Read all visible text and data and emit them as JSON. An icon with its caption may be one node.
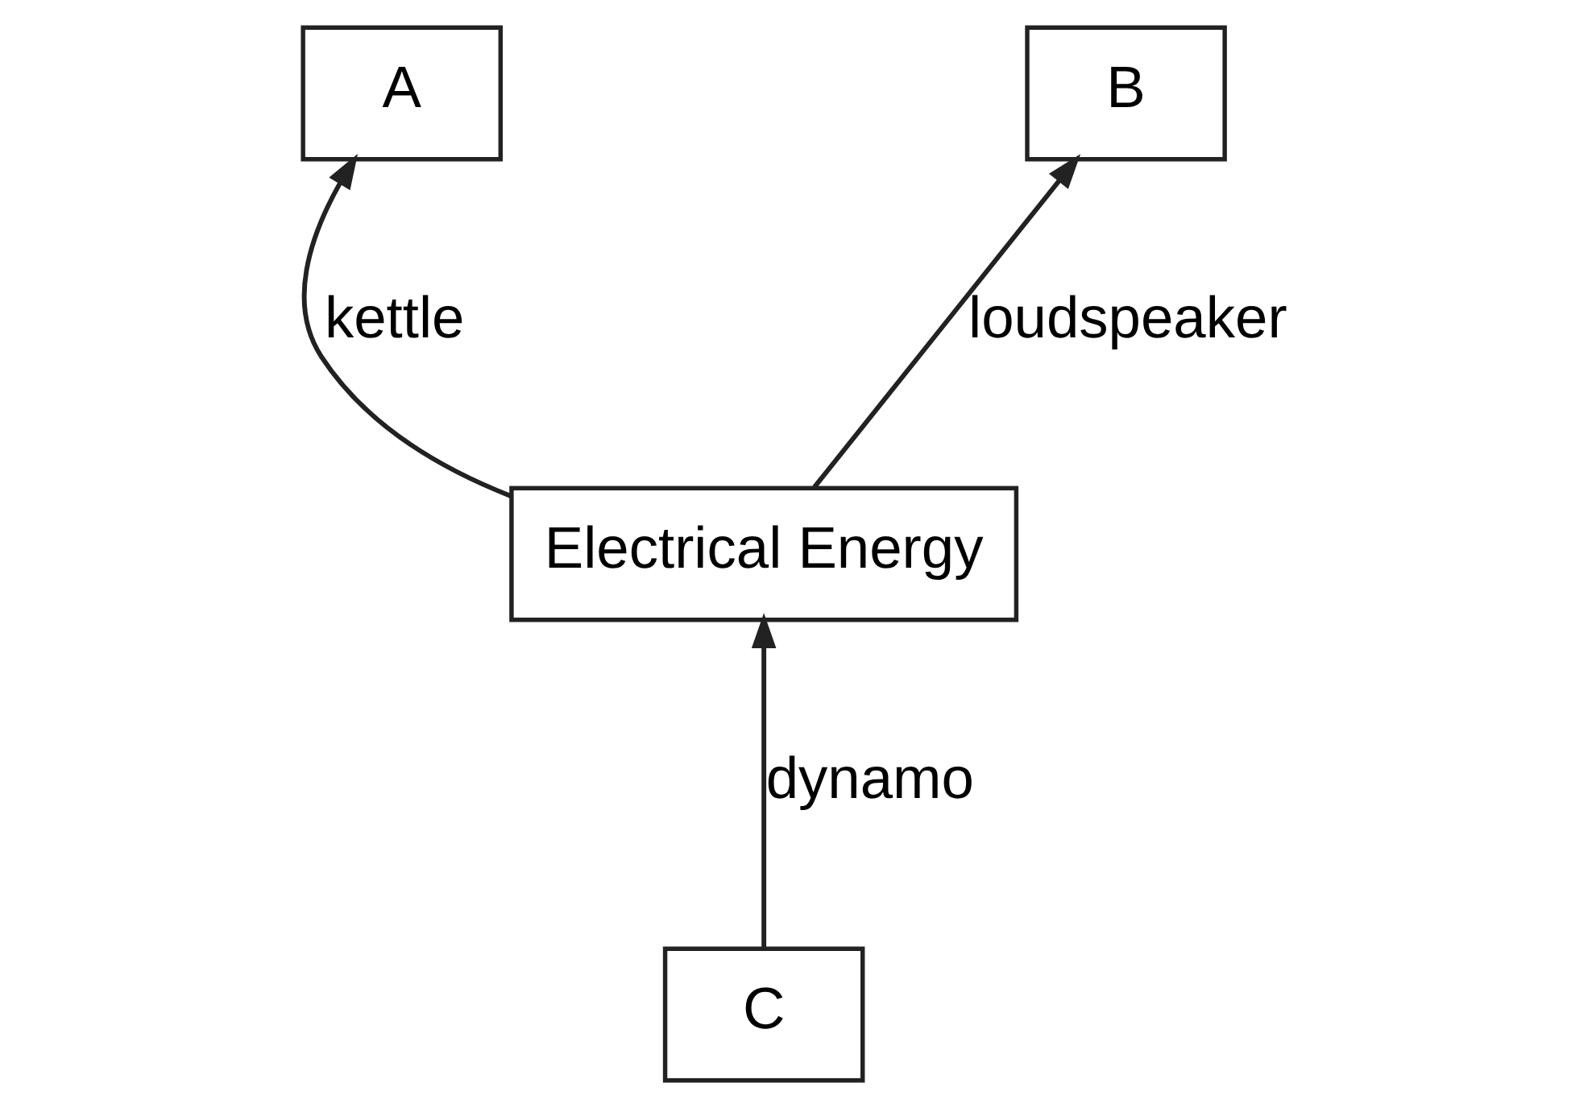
{
  "diagram": {
    "nodes": [
      {
        "text": [
          "A"
        ]
      },
      {
        "text": [
          "B"
        ]
      },
      {
        "text": [
          "Electrical Energy"
        ]
      },
      {
        "text": [
          "C"
        ]
      }
    ],
    "edges": [
      {
        "from": 2,
        "to": 0,
        "arrow": "to",
        "label": "kettle"
      },
      {
        "from": 2,
        "to": 1,
        "arrow": "to",
        "label": "loudspeaker"
      },
      {
        "from": 3,
        "to": 2,
        "arrow": "to",
        "label": "dynamo"
      }
    ]
  }
}
